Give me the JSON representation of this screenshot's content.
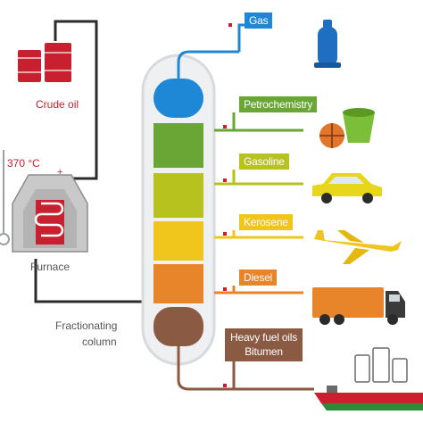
{
  "labels": {
    "crude_oil": "Crude oil",
    "temperature": "370 °C",
    "furnace": "Furnace",
    "column_line1": "Fractionating",
    "column_line2": "column"
  },
  "fractions": [
    {
      "name": "Gas",
      "color": "#1e88d6",
      "product": "gas-cylinder-icon"
    },
    {
      "name": "Petrochemistry",
      "color": "#6aa636",
      "product": "ball-and-bucket-icon"
    },
    {
      "name": "Gasoline",
      "color": "#b7c21f",
      "product": "car-icon"
    },
    {
      "name": "Kerosene",
      "color": "#f0c51c",
      "product": "airplane-icon"
    },
    {
      "name": "Diesel",
      "color": "#e8842a",
      "product": "truck-icon"
    },
    {
      "name": "Heavy fuel oils",
      "name2": "Bitumen",
      "color": "#8b5a43",
      "product": "tanks-and-ship-icon"
    }
  ],
  "colors": {
    "crude": "#c8202f",
    "pipe": "#2b2b2b",
    "column_shell": "#eef0f2"
  }
}
